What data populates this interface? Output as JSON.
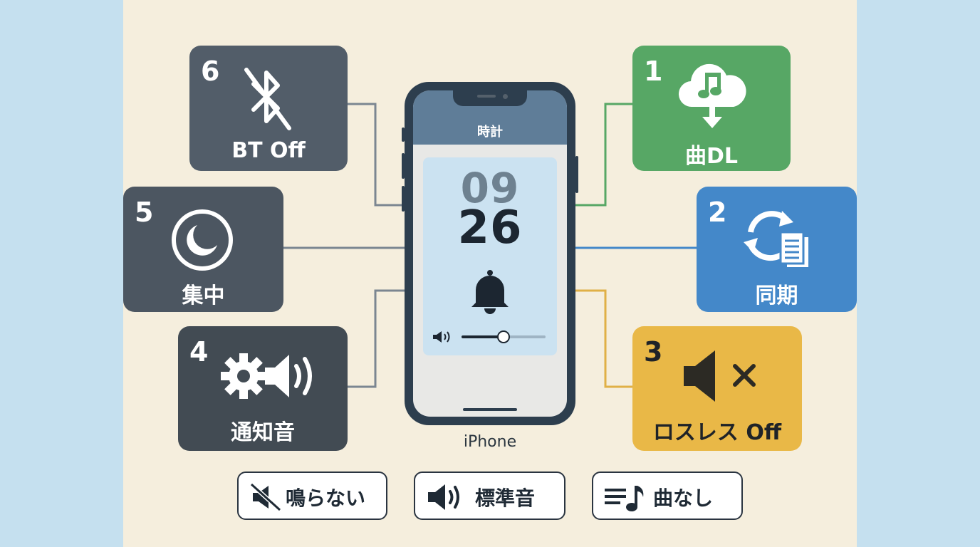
{
  "phone": {
    "app_title": "時計",
    "hour": "09",
    "minute": "26",
    "volume_level": 0.5,
    "device_label": "iPhone"
  },
  "cards": [
    {
      "number": "1",
      "label": "曲DL",
      "icon": "cloud-download-music-icon",
      "color": "#57a765"
    },
    {
      "number": "2",
      "label": "同期",
      "icon": "sync-document-icon",
      "color": "#4488c9"
    },
    {
      "number": "3",
      "label": "ロスレス Off",
      "icon": "speaker-mute-icon",
      "color": "#e9b847"
    },
    {
      "number": "4",
      "label": "通知音",
      "icon": "gear-speaker-icon",
      "color": "#424b53"
    },
    {
      "number": "5",
      "label": "集中",
      "icon": "moon-icon",
      "color": "#4c5661"
    },
    {
      "number": "6",
      "label": "BT Off",
      "icon": "bluetooth-off-icon",
      "color": "#525d69"
    }
  ],
  "legend": [
    {
      "label": "鳴らない",
      "icon": "speaker-slash-icon"
    },
    {
      "label": "標準音",
      "icon": "speaker-waves-icon"
    },
    {
      "label": "曲なし",
      "icon": "playlist-note-icon"
    }
  ]
}
